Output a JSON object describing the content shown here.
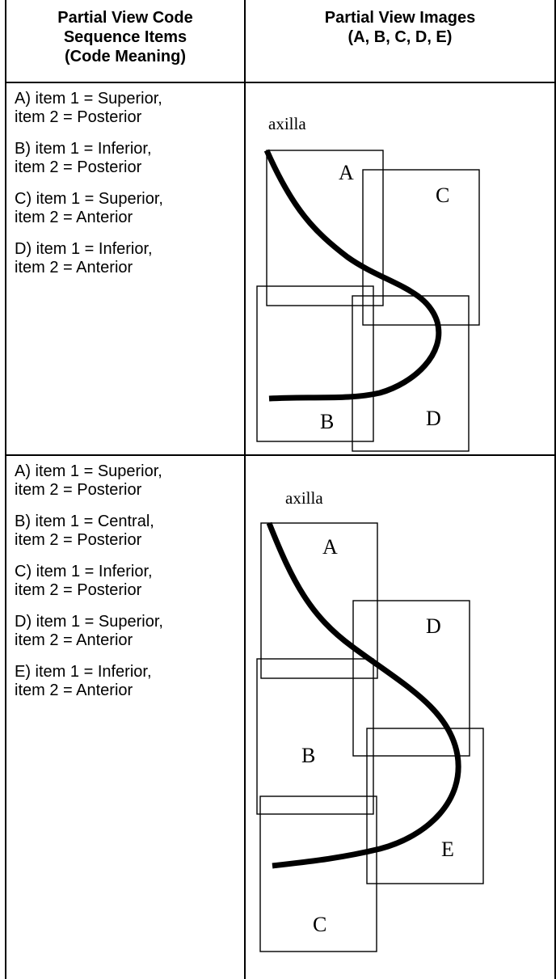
{
  "table": {
    "headers": [
      "Partial View Code\nSequence Items\n(Code Meaning)",
      "Partial View Images\n(A, B, C, D, E)"
    ],
    "rows": [
      {
        "items": [
          "A) item 1 = Superior,\nitem 2 = Posterior",
          "B) item 1 = Inferior,\nitem 2 = Posterior",
          "C) item 1 = Superior,\nitem 2 = Anterior",
          "D) item 1 = Inferior,\nitem 2 = Anterior"
        ],
        "diagram": {
          "label": "axilla",
          "box_labels": [
            "A",
            "B",
            "C",
            "D"
          ]
        }
      },
      {
        "items": [
          "A) item 1 = Superior,\nitem 2 = Posterior",
          "B) item 1 = Central,\nitem 2 = Posterior",
          "C) item 1 = Inferior,\nitem 2 = Posterior",
          "D) item 1 = Superior,\nitem 2 = Anterior",
          "E) item 1 = Inferior,\nitem 2 = Anterior"
        ],
        "diagram": {
          "label": "axilla",
          "box_labels": [
            "A",
            "B",
            "C",
            "D",
            "E"
          ]
        }
      }
    ]
  }
}
